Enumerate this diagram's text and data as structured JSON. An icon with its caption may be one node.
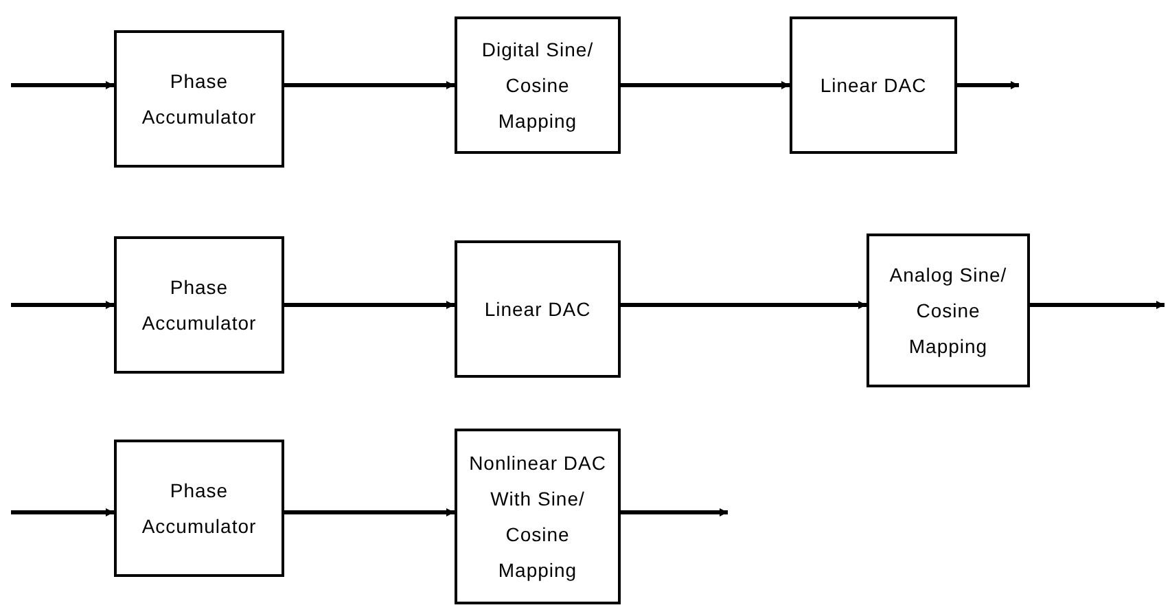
{
  "diagram": {
    "nodes": [
      {
        "text": [
          "Phase Accumulator"
        ]
      },
      {
        "text": [
          "Digital Sine/ Cosine Mapping"
        ]
      },
      {
        "text": [
          "Linear DAC"
        ]
      },
      {
        "text": [
          "Phase Accumulator"
        ]
      },
      {
        "text": [
          "Linear DAC"
        ]
      },
      {
        "text": [
          "Analog Sine/ Cosine Mapping"
        ]
      },
      {
        "text": [
          "Phase Accumulator"
        ]
      },
      {
        "text": [
          "Nonlinear DAC With Sine/ Cosine Mapping"
        ]
      }
    ],
    "edges": [
      {
        "from": null,
        "to": 0,
        "arrow": "to"
      },
      {
        "from": 0,
        "to": 1,
        "arrow": "to"
      },
      {
        "from": 1,
        "to": 2,
        "arrow": "to"
      },
      {
        "from": 2,
        "to": null,
        "arrow": "to"
      },
      {
        "from": null,
        "to": 3,
        "arrow": "to"
      },
      {
        "from": 3,
        "to": 4,
        "arrow": "to"
      },
      {
        "from": 4,
        "to": 5,
        "arrow": "to"
      },
      {
        "from": 5,
        "to": null,
        "arrow": "to"
      },
      {
        "from": null,
        "to": 6,
        "arrow": "to"
      },
      {
        "from": 6,
        "to": 7,
        "arrow": "to"
      },
      {
        "from": 7,
        "to": null,
        "arrow": "to"
      }
    ]
  }
}
